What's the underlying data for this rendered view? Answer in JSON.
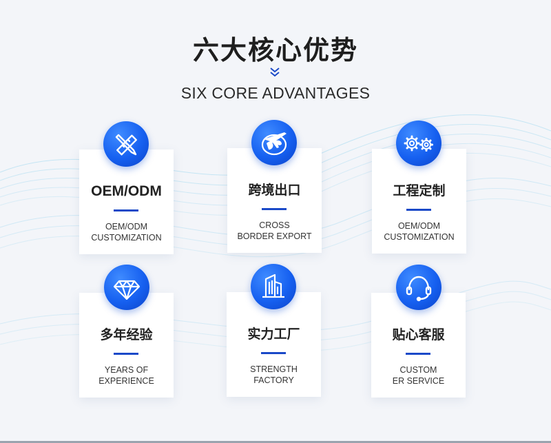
{
  "header": {
    "title_cn": "六大核心优势",
    "title_en": "SIX CORE ADVANTAGES"
  },
  "colors": {
    "accent": "#1a49c8",
    "icon_blue": "#1660f0",
    "background": "#f3f5f9",
    "card": "#ffffff"
  },
  "cards": [
    {
      "icon": "pencil-ruler-icon",
      "title": "OEM/ODM",
      "sub1": "OEM/ODM",
      "sub2": "CUSTOMIZATION"
    },
    {
      "icon": "airplane-globe-icon",
      "title": "跨境出口",
      "sub1": "CROSS",
      "sub2": "BORDER EXPORT"
    },
    {
      "icon": "gears-icon",
      "title": "工程定制",
      "sub1": "OEM/ODM",
      "sub2": "CUSTOMIZATION"
    },
    {
      "icon": "diamond-icon",
      "title": "多年经验",
      "sub1": "YEARS OF",
      "sub2": "EXPERIENCE"
    },
    {
      "icon": "building-icon",
      "title": "实力工厂",
      "sub1": "STRENGTH",
      "sub2": "FACTORY"
    },
    {
      "icon": "headset-icon",
      "title": "贴心客服",
      "sub1": "CUSTOM",
      "sub2": "ER SERVICE"
    }
  ]
}
